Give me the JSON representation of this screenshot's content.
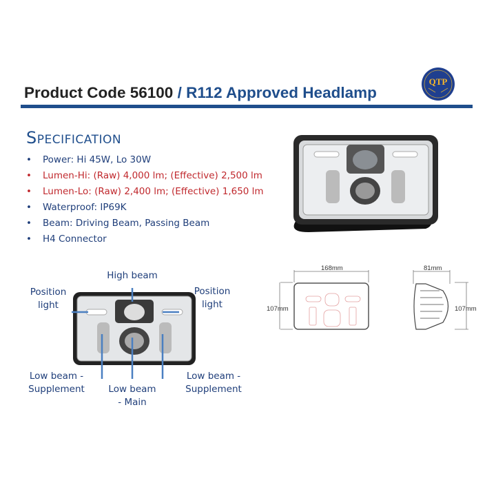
{
  "header": {
    "title_part1": "Product Code 56100 ",
    "title_part2": "/ R112 Approved Headlamp",
    "logo_text": "QTP",
    "accent": "#1f4e8c"
  },
  "spec": {
    "heading": "Specification",
    "items": [
      {
        "text": "Power: Hi 45W, Lo 30W",
        "color": "blue"
      },
      {
        "text": "Lumen-Hi: (Raw) 4,000 lm; (Effective) 2,500 lm",
        "color": "red"
      },
      {
        "text": "Lumen-Lo: (Raw) 2,400 lm; (Effective) 1,650 lm",
        "color": "red"
      },
      {
        "text": "Waterproof: IP69K",
        "color": "blue"
      },
      {
        "text": "Beam: Driving Beam, Passing Beam",
        "color": "blue"
      },
      {
        "text": "H4 Connector",
        "color": "blue"
      }
    ]
  },
  "labels": {
    "high_beam": "High beam",
    "position_left": "Position\nlight",
    "position_right": "Position\nlight",
    "low_supp_left": "Low beam -\nSupplement",
    "low_main": "Low beam\n- Main",
    "low_supp_right": "Low beam -\nSupplement"
  },
  "dimensions": {
    "width": "168mm",
    "height_front": "107mm",
    "depth": "81mm",
    "height_side": "107mm"
  }
}
